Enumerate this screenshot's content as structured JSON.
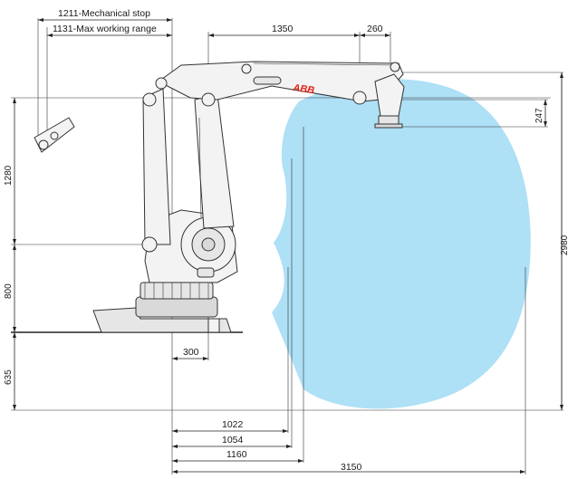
{
  "labels": {
    "mech_stop": "1211-Mechanical stop",
    "max_range": "1131-Max working range",
    "d1350": "1350",
    "d260": "260",
    "d247": "247",
    "d1280": "1280",
    "d800": "800",
    "d635": "635",
    "d300": "300",
    "d2980": "2980",
    "d1022": "1022",
    "d1054": "1054",
    "d1160": "1160",
    "d3150": "3150",
    "brand": "ABB"
  },
  "colors": {
    "workspace": "#aee0f6",
    "brand": "#e2231a",
    "line": "#222222"
  }
}
